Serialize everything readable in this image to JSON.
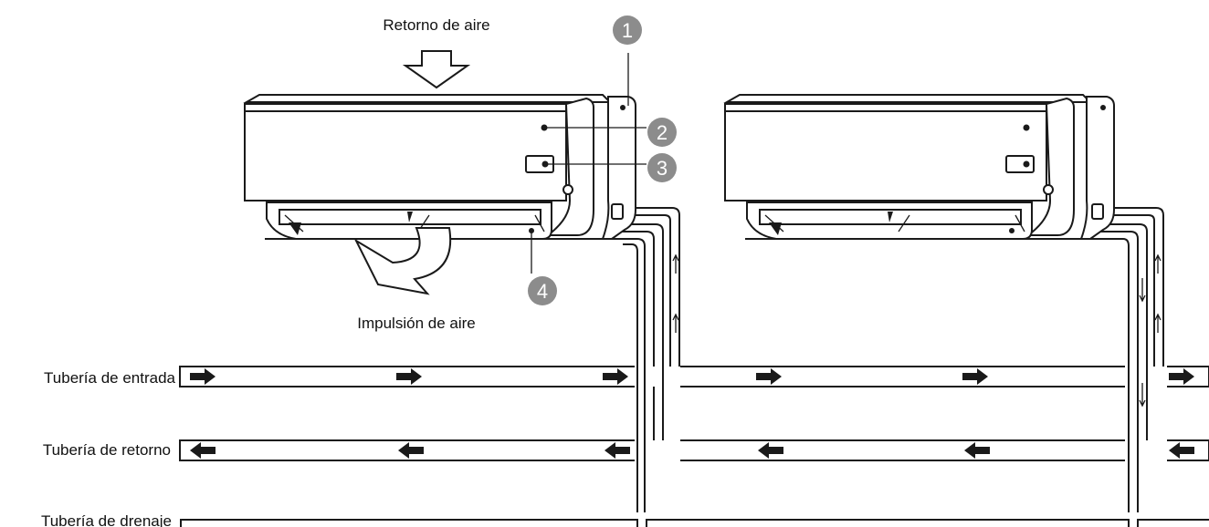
{
  "labels": {
    "air_return": "Retorno de aire",
    "air_supply": "Impulsión de aire",
    "inlet_pipe": "Tubería de entrada",
    "return_pipe": "Tubería de retorno",
    "drain_pipe": "Tubería de drenaje"
  },
  "callouts": [
    "1",
    "2",
    "3",
    "4"
  ],
  "colors": {
    "line": "#1a1a1a",
    "badge": "#8c8c8c",
    "background": "#ffffff"
  },
  "icons": {
    "flow_right": "arrow-right-icon",
    "flow_left": "arrow-left-icon",
    "air_down": "hollow-down-arrow-icon",
    "air_curved": "curved-outlet-arrow-icon"
  }
}
